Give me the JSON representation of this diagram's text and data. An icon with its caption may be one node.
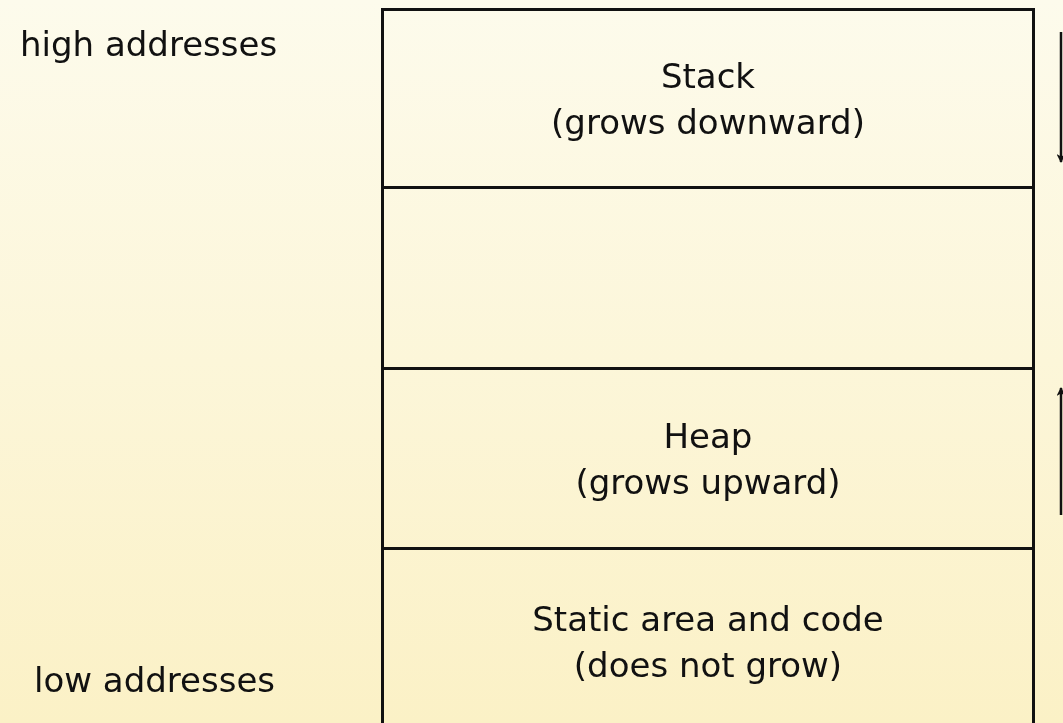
{
  "diagram": {
    "nodes": [
      {
        "text": [
          "Stack",
          "(grows downward)"
        ]
      },
      {
        "text": [],
        "shape": "box"
      },
      {
        "text": [
          "Heap",
          "(grows upward)"
        ]
      },
      {
        "text": [
          "Static area and code",
          "(does not grow)"
        ]
      }
    ],
    "labels": [
      "high addresses",
      "low addresses"
    ]
  }
}
